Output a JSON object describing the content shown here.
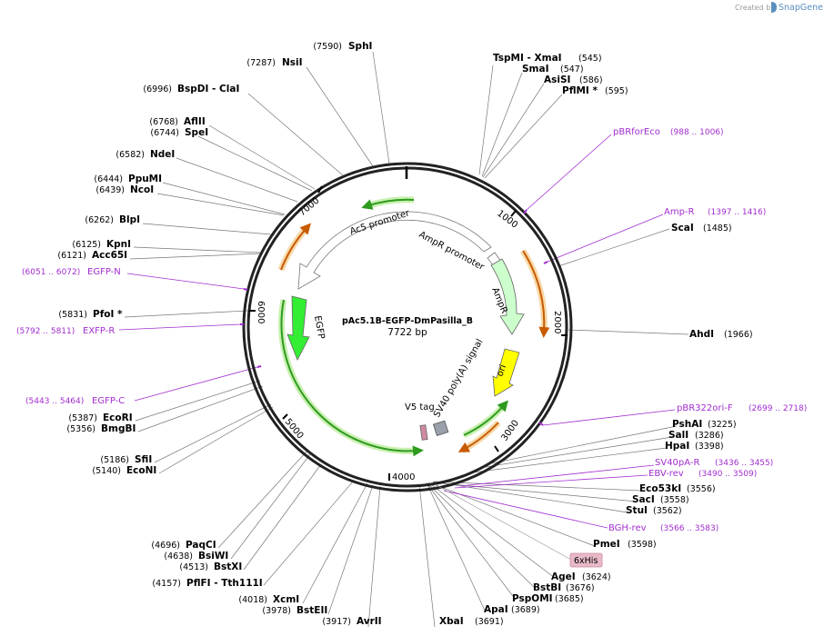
{
  "credit": {
    "prefix": "Created by",
    "brand": "SnapGene"
  },
  "plasmid": {
    "name": "pAc5.1B-EGFP-DmPasilla_B",
    "length": "7722 bp",
    "total_bp": 7722
  },
  "ticks": [
    {
      "bp": 1000,
      "label": "1000"
    },
    {
      "bp": 2000,
      "label": "2000"
    },
    {
      "bp": 3000,
      "label": "3000"
    },
    {
      "bp": 4000,
      "label": "4000"
    },
    {
      "bp": 5000,
      "label": "5000"
    },
    {
      "bp": 6000,
      "label": "6000"
    },
    {
      "bp": 7000,
      "label": "7000"
    }
  ],
  "features": [
    {
      "name": "Ac5 promoter",
      "label": "Ac5 promoter",
      "color": "#ffffff"
    },
    {
      "name": "AmpR promoter",
      "label": "AmpR promoter",
      "color": "#ffffff"
    },
    {
      "name": "AmpR",
      "label": "AmpR",
      "color": "#ccffcc"
    },
    {
      "name": "ori",
      "label": "ori",
      "color": "#ffff00"
    },
    {
      "name": "SV40 poly(A) signal",
      "label": "SV40 poly(A) signal",
      "color": "#ffffff"
    },
    {
      "name": "V5 tag",
      "label": "V5 tag",
      "color": "#99889e"
    },
    {
      "name": "EGFP",
      "label": "EGFP",
      "color": "#33ee33"
    },
    {
      "name": "6xHis",
      "label": "6xHis",
      "color": "#e8b9c7"
    }
  ],
  "sites": [
    {
      "name": "SphI",
      "pos": "(7590)"
    },
    {
      "name": "NsiI",
      "pos": "(7287)"
    },
    {
      "name": "BspDI - ClaI",
      "pos": "(6996)"
    },
    {
      "name": "AflII",
      "pos": "(6768)"
    },
    {
      "name": "SpeI",
      "pos": "(6744)"
    },
    {
      "name": "NdeI",
      "pos": "(6582)"
    },
    {
      "name": "PpuMI",
      "pos": "(6444)"
    },
    {
      "name": "NcoI",
      "pos": "(6439)"
    },
    {
      "name": "BlpI",
      "pos": "(6262)"
    },
    {
      "name": "KpnI",
      "pos": "(6125)"
    },
    {
      "name": "Acc65I",
      "pos": "(6121)"
    },
    {
      "name": "PfoI *",
      "pos": "(5831)"
    },
    {
      "name": "EcoRI",
      "pos": "(5387)"
    },
    {
      "name": "BmgBI",
      "pos": "(5356)"
    },
    {
      "name": "SfiI",
      "pos": "(5186)"
    },
    {
      "name": "EcoNI",
      "pos": "(5140)"
    },
    {
      "name": "PaqCI",
      "pos": "(4696)"
    },
    {
      "name": "BsiWI",
      "pos": "(4638)"
    },
    {
      "name": "BstXI",
      "pos": "(4513)"
    },
    {
      "name": "PflFI - Tth111I",
      "pos": "(4157)"
    },
    {
      "name": "XcmI",
      "pos": "(4018)"
    },
    {
      "name": "BstEII",
      "pos": "(3978)"
    },
    {
      "name": "AvrII",
      "pos": "(3917)"
    },
    {
      "name": "XbaI",
      "pos": "(3691)"
    },
    {
      "name": "ApaI",
      "pos": "(3689)"
    },
    {
      "name": "PspOMI",
      "pos": "(3685)"
    },
    {
      "name": "BstBI",
      "pos": "(3676)"
    },
    {
      "name": "AgeI",
      "pos": "(3624)"
    },
    {
      "name": "PmeI",
      "pos": "(3598)"
    },
    {
      "name": "StuI",
      "pos": "(3562)"
    },
    {
      "name": "SacI",
      "pos": "(3558)"
    },
    {
      "name": "Eco53kI",
      "pos": "(3556)"
    },
    {
      "name": "HpaI",
      "pos": "(3398)"
    },
    {
      "name": "SalI",
      "pos": "(3286)"
    },
    {
      "name": "PshAI",
      "pos": "(3225)"
    },
    {
      "name": "AhdI",
      "pos": "(1966)"
    },
    {
      "name": "ScaI",
      "pos": "(1485)"
    },
    {
      "name": "TspMI - XmaI",
      "pos": "(545)"
    },
    {
      "name": "SmaI",
      "pos": "(547)"
    },
    {
      "name": "AsiSI",
      "pos": "(586)"
    },
    {
      "name": "PflMI *",
      "pos": "(595)"
    }
  ],
  "primers": [
    {
      "name": "pBRforEco",
      "range": "(988 .. 1006)"
    },
    {
      "name": "Amp-R",
      "range": "(1397 .. 1416)"
    },
    {
      "name": "pBR322ori-F",
      "range": "(2699 .. 2718)"
    },
    {
      "name": "SV40pA-R",
      "range": "(3436 .. 3455)"
    },
    {
      "name": "EBV-rev",
      "range": "(3490 .. 3509)"
    },
    {
      "name": "BGH-rev",
      "range": "(3566 .. 3583)"
    },
    {
      "name": "EGFP-N",
      "range": "(6051 .. 6072)"
    },
    {
      "name": "EXFP-R",
      "range": "(5792 .. 5811)"
    },
    {
      "name": "EGFP-C",
      "range": "(5443 .. 5464)"
    }
  ],
  "colors": {
    "backbone": "#222222",
    "primer": "#a12ecf",
    "feature_line": "#2e9a1e",
    "feature_line_orange": "#e07a10",
    "leader_line": "#777777"
  }
}
